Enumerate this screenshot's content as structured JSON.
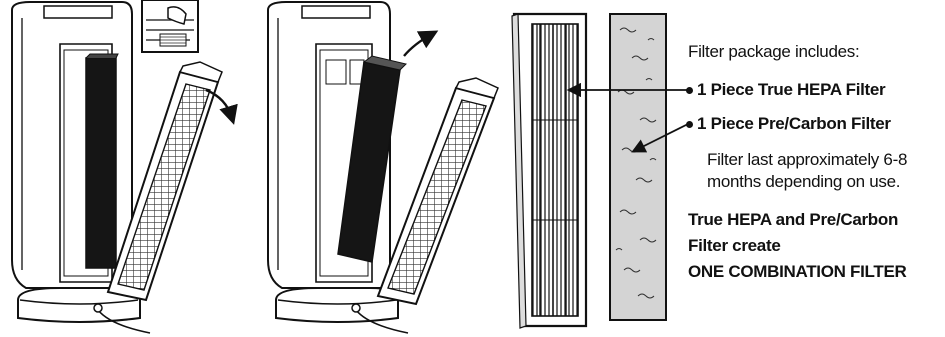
{
  "panel": {
    "intro": "Filter package includes:",
    "item1": "1 Piece True HEPA Filter",
    "item2": "1 Piece Pre/Carbon Filter",
    "note_line1": "Filter last approximately 6-8",
    "note_line2": "months depending on use.",
    "combo_line1": "True HEPA and Pre/Carbon",
    "combo_line2": "Filter create",
    "combo_line3": "ONE COMBINATION FILTER"
  },
  "icons": {
    "step1": "purifier-open-door-icon",
    "step2": "purifier-remove-filter-icon",
    "hepa": "hepa-filter-icon",
    "carbon": "carbon-prefilter-icon"
  }
}
